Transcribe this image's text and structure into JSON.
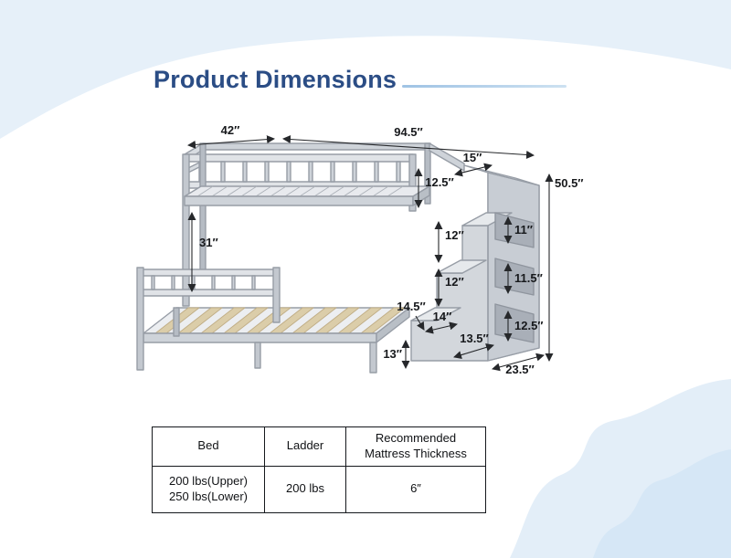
{
  "title": "Product Dimensions",
  "dimensions": {
    "upper_bed_width": "42″",
    "total_length": "94.5″",
    "stair_top_depth": "15″",
    "guard_rail_height": "12.5″",
    "overall_height": "50.5″",
    "bunk_clearance": "31″",
    "upper_step_riser": "12″",
    "upper_shelf_height": "11″",
    "middle_step_riser": "12″",
    "middle_shelf_height": "11.5″",
    "lower_bed_height": "14.5″",
    "step_tread_depth": "14″",
    "lower_shelf_height": "12.5″",
    "bottom_step_depth": "13.5″",
    "lower_frame_height": "13″",
    "storage_tower_depth": "23.5″"
  },
  "spec_table": {
    "headers": {
      "bed": "Bed",
      "ladder": "Ladder",
      "mattress_line1": "Recommended",
      "mattress_line2": "Mattress Thickness"
    },
    "row": {
      "bed_line1": "200 lbs(Upper)",
      "bed_line2": "250 lbs(Lower)",
      "ladder": "200 lbs",
      "mattress": "6″"
    }
  },
  "colors": {
    "title": "#2b4d85",
    "accent_line": "#a9c9e6",
    "decor_shape": "#e6f0f9"
  }
}
